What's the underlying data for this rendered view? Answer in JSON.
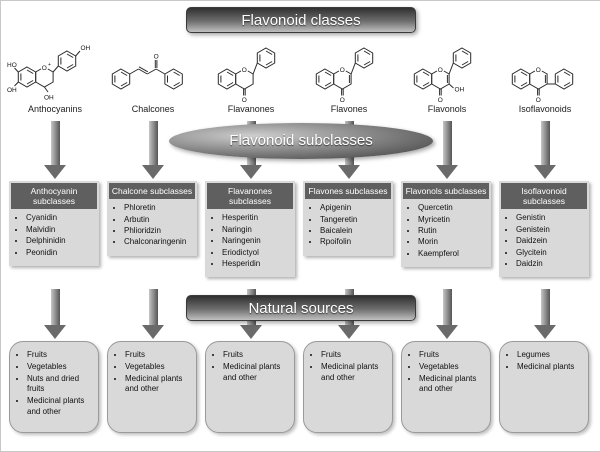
{
  "header": {
    "classes_title": "Flavonoid classes",
    "subclasses_title": "Flavonoid subclasses",
    "sources_title": "Natural sources"
  },
  "colors": {
    "bar_dark": "#303030",
    "box_header": "#5f5f5f",
    "box_body": "#d9d9d9",
    "arrow": "#6a6a6a"
  },
  "classes": [
    {
      "name": "Anthocyanins",
      "atom_labels": [
        "O",
        "+",
        "HO",
        "OH",
        "OH",
        "OH"
      ],
      "subclass_title": "Anthocyanin subclasses",
      "subclasses": [
        "Cyanidin",
        "Malvidin",
        "Delphinidin",
        "Peonidin"
      ],
      "sources": [
        "Fruits",
        "Vegetables",
        "Nuts and dried fruits",
        "Medicinal plants and other"
      ]
    },
    {
      "name": "Chalcones",
      "atom_labels": [
        "O"
      ],
      "subclass_title": "Chalcone subclasses",
      "subclasses": [
        "Phloretin",
        "Arbutin",
        "Phlioridzin",
        "Chalconaringenin"
      ],
      "sources": [
        "Fruits",
        "Vegetables",
        "Medicinal plants and other"
      ]
    },
    {
      "name": "Flavanones",
      "atom_labels": [
        "O",
        "O"
      ],
      "subclass_title": "Flavanones subclasses",
      "subclasses": [
        "Hesperitin",
        "Naringin",
        "Naringenin",
        "Eriodictyol",
        "Hesperidin"
      ],
      "sources": [
        "Fruits",
        "Medicinal plants and other"
      ]
    },
    {
      "name": "Flavones",
      "atom_labels": [
        "O",
        "O"
      ],
      "subclass_title": "Flavones subclasses",
      "subclasses": [
        "Apigenin",
        "Tangeretin",
        "Baicalein",
        "Rpoifolin"
      ],
      "sources": [
        "Fruits",
        "Medicinal plants and other"
      ]
    },
    {
      "name": "Flavonols",
      "atom_labels": [
        "O",
        "O",
        "OH"
      ],
      "subclass_title": "Flavonols subclasses",
      "subclasses": [
        "Quercetin",
        "Myricetin",
        "Rutin",
        "Morin",
        "Kaempferol"
      ],
      "sources": [
        "Fruits",
        "Vegetables",
        "Medicinal plants and other"
      ]
    },
    {
      "name": "Isoflavonoids",
      "atom_labels": [
        "O",
        "O"
      ],
      "subclass_title": "Isoflavonoid subclasses",
      "subclasses": [
        "Genistin",
        "Genistein",
        "Daidzein",
        "Glycitein",
        "Daidzin"
      ],
      "sources": [
        "Legumes",
        "Medicinal plants"
      ]
    }
  ]
}
